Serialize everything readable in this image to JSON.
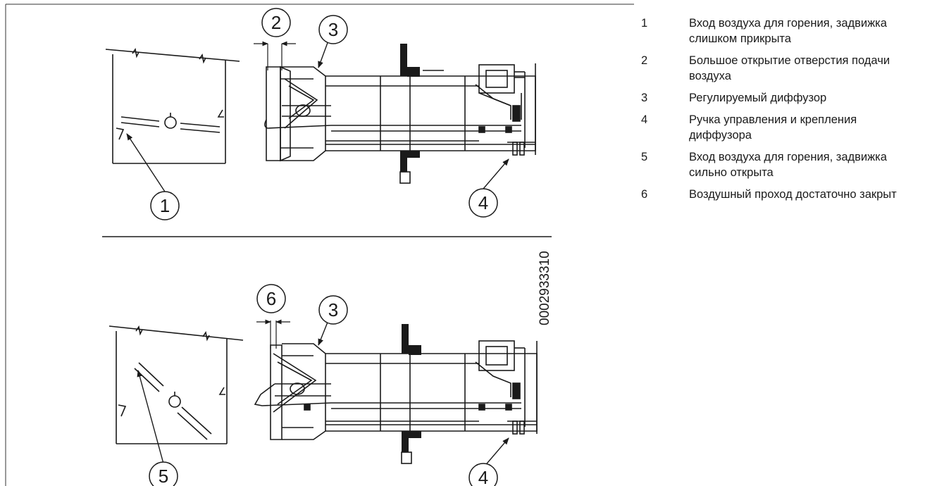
{
  "callouts": {
    "top_1": "1",
    "top_2": "2",
    "top_3": "3",
    "top_4": "4",
    "bottom_6": "6",
    "bottom_3": "3",
    "bottom_5": "5",
    "bottom_4": "4"
  },
  "doc_number": "0002933310",
  "legend": [
    {
      "num": "1",
      "text": "Вход воздуха для горения, задвижка слишком прикрыта"
    },
    {
      "num": "2",
      "text": "Большое открытие отверстия подачи воздуха"
    },
    {
      "num": "3",
      "text": "Регулируемый диффузор"
    },
    {
      "num": "4",
      "text": "Ручка управления и крепления диффузора"
    },
    {
      "num": "5",
      "text": "Вход воздуха для горения, задвижка сильно открыта"
    },
    {
      "num": "6",
      "text": "Воздушный проход достаточно закрыт"
    }
  ]
}
